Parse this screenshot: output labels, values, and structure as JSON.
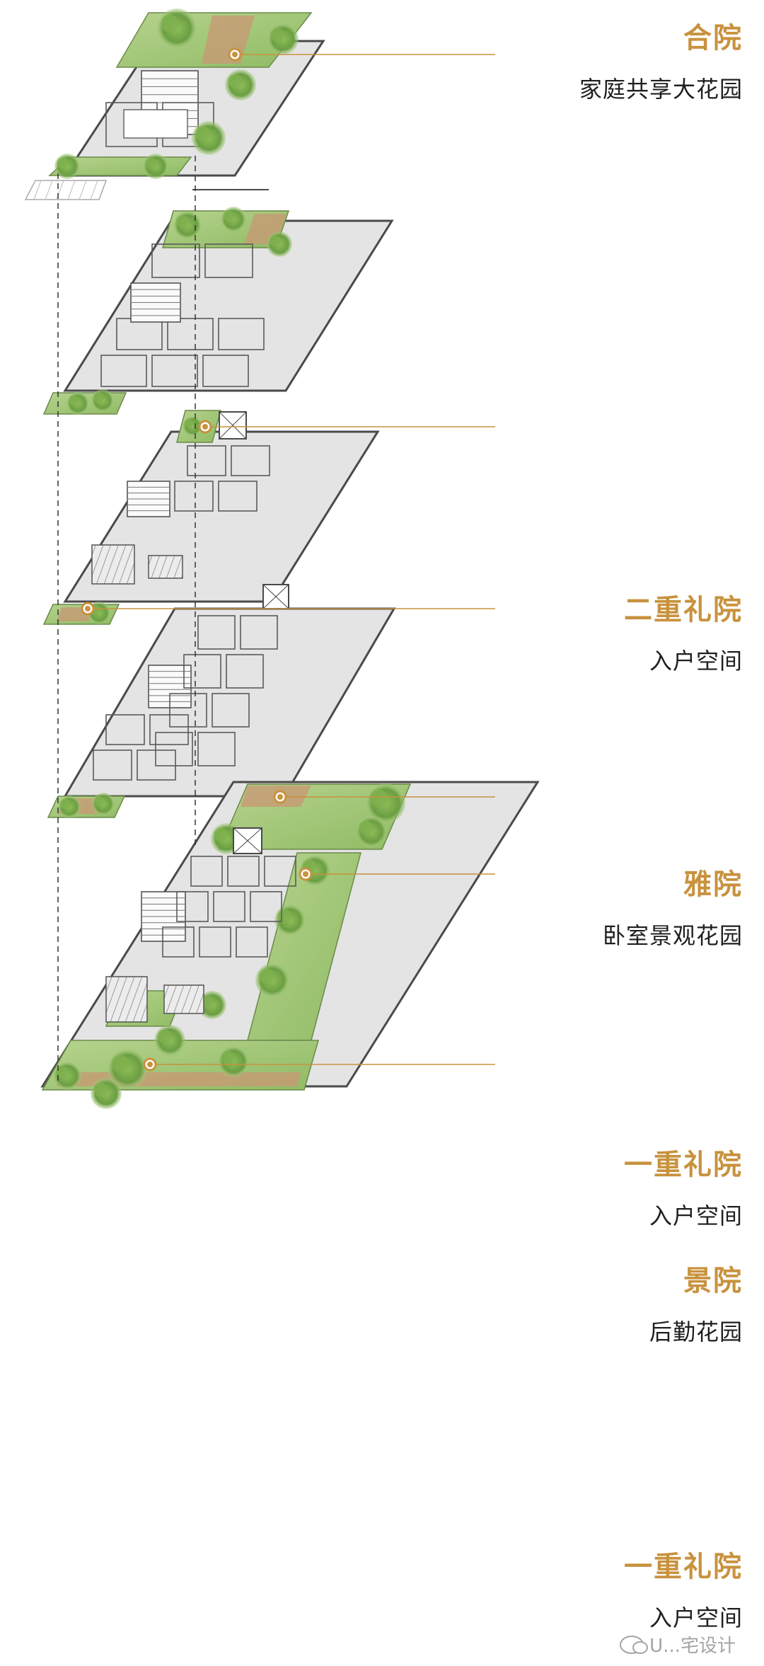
{
  "colors": {
    "accent": "#c8923e",
    "wall": "#4a4a4a",
    "floor": "#e4e4e4",
    "garden_green": "#9cc46a",
    "garden_dark": "#5e8f3c",
    "wood": "#c79a74",
    "text": "#1f1f1f"
  },
  "labels": [
    {
      "title": "合院",
      "subtitle": "家庭共享大花园"
    },
    {
      "title": "二重礼院",
      "subtitle": "入户空间"
    },
    {
      "title": "雅院",
      "subtitle": "卧室景观花园"
    },
    {
      "title": "一重礼院",
      "subtitle": "入户空间"
    },
    {
      "title": "景院",
      "subtitle": "后勤花园"
    },
    {
      "title": "一重礼院",
      "subtitle": "入户空间"
    }
  ],
  "watermark": {
    "text": "U...宅设计"
  }
}
